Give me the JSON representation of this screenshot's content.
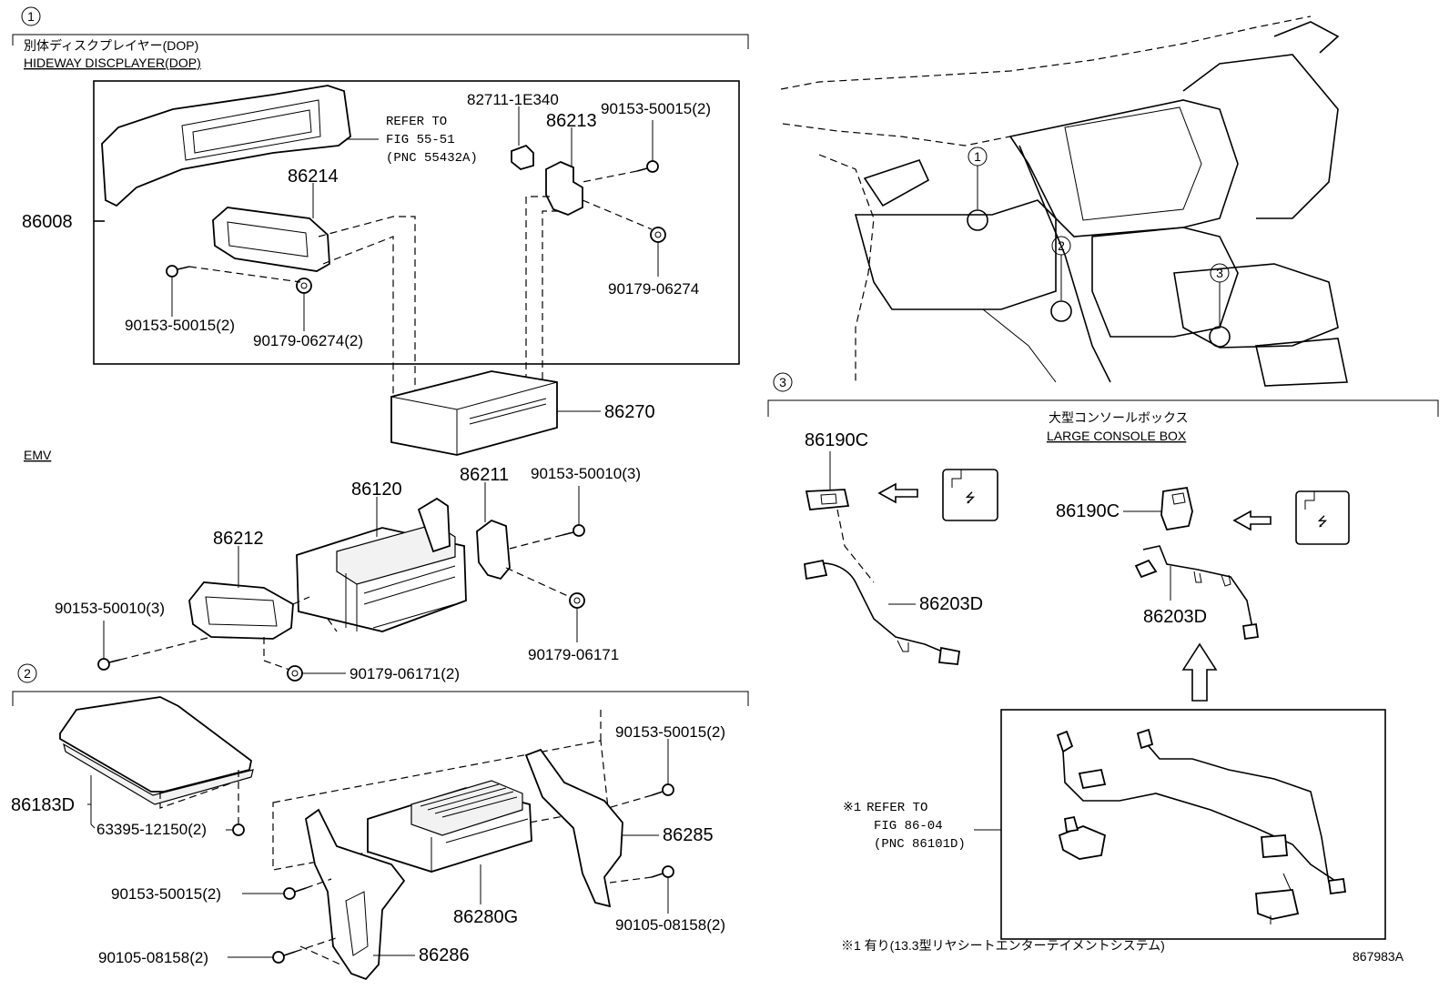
{
  "section1": {
    "marker": "1",
    "title_jp": "別体ディスクプレイヤー(DOP)",
    "title_en": "HIDEWAY DISCPLAYER(DOP)",
    "refer_line1": "REFER TO",
    "refer_line2": "FIG 55-51",
    "refer_line3": "(PNC 55432A)"
  },
  "section2": {
    "marker": "2"
  },
  "section3": {
    "marker": "3",
    "title_jp": "大型コンソールボックス",
    "title_en": "LARGE CONSOLE BOX",
    "refer_mark": "※1",
    "refer_line1": "REFER TO",
    "refer_line2": "FIG 86-04",
    "refer_line3": "(PNC 86101D)",
    "footnote": "※1 有り(13.3型リヤシートエンターテイメントシステム)"
  },
  "emv_label": "EMV",
  "overview_markers": [
    "1",
    "2",
    "3"
  ],
  "figure_id": "867983A",
  "parts": {
    "p86008": "86008",
    "p86214": "86214",
    "p82711": "82711-1E340",
    "p86213": "86213",
    "p90153_50015_2a": "90153-50015(2)",
    "p90179_06274": "90179-06274",
    "p90153_50015_2b": "90153-50015(2)",
    "p90179_06274_2": "90179-06274(2)",
    "p86270": "86270",
    "p86120": "86120",
    "p86211": "86211",
    "p90153_50010_3a": "90153-50010(3)",
    "p86212": "86212",
    "p90153_50010_3b": "90153-50010(3)",
    "p90179_06171": "90179-06171",
    "p90179_06171_2": "90179-06171(2)",
    "p86183D": "86183D",
    "p63395": "63395-12150(2)",
    "p90153_50015_2c": "90153-50015(2)",
    "p90153_50015_2d": "90153-50015(2)",
    "p86285": "86285",
    "p86280G": "86280G",
    "p90105_08158_2a": "90105-08158(2)",
    "p90105_08158_2b": "90105-08158(2)",
    "p86286": "86286",
    "p86190C_a": "86190C",
    "p86203D_a": "86203D",
    "p86190C_b": "86190C",
    "p86203D_b": "86203D"
  }
}
